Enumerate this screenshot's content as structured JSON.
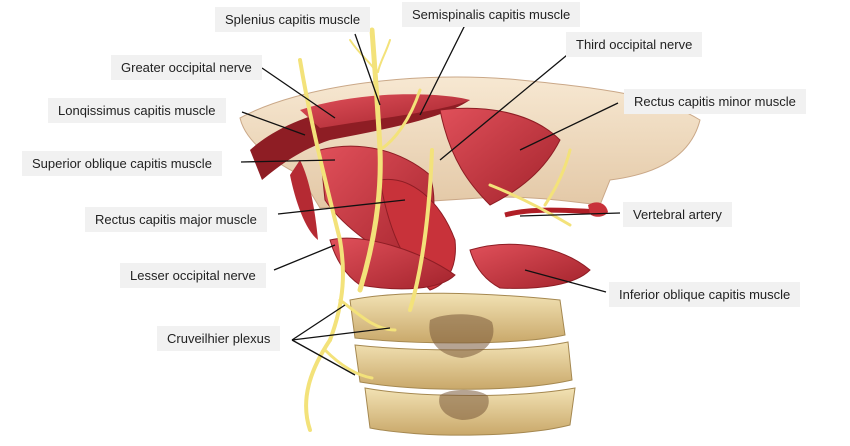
{
  "labels": {
    "splenius_capitis": "Splenius capitis muscle",
    "semispinalis_capitis": "Semispinalis capitis muscle",
    "third_occipital_nerve": "Third occipital nerve",
    "greater_occipital_nerve": "Greater occipital nerve",
    "rectus_capitis_minor": "Rectus capitis minor muscle",
    "longissimus_capitis": "Lonqissimus capitis muscle",
    "superior_oblique_capitis": "Superior oblique capitis muscle",
    "vertebral_artery": "Vertebral artery",
    "rectus_capitis_major": "Rectus capitis major muscle",
    "lesser_occipital_nerve": "Lesser occipital nerve",
    "inferior_oblique_capitis": "Inferior oblique capitis muscle",
    "cruveilhier_plexus": "Cruveilhier plexus"
  },
  "colors": {
    "muscle": "#c8323a",
    "muscle_dark": "#8e1d24",
    "nerve": "#f3e27a",
    "bone": "#e8d39a",
    "bone_shadow": "#b9995a",
    "skull": "#f0dcc0",
    "leader_line": "#111111",
    "label_background": "#f1f1f1"
  }
}
